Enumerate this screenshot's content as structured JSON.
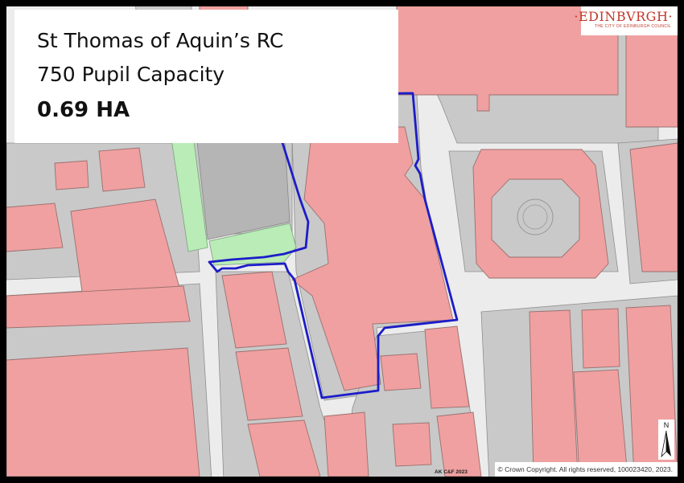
{
  "info": {
    "school_name": "St Thomas of Aquin’s RC",
    "capacity": "750 Pupil Capacity",
    "area": "0.69 HA"
  },
  "logo": {
    "name": "·EDINBVRGH·",
    "subtitle": "THE CITY OF EDINBURGH COUNCIL"
  },
  "north_arrow": {
    "letter": "N"
  },
  "map_ref": "AK C&F 2023",
  "copyright": "© Crown Copyright. All rights reserved, 100023420, 2023.",
  "colors": {
    "building": "#f0a0a0",
    "building_outline": "#9a7070",
    "plot": "#c9c9c9",
    "street": "#ededed",
    "green_space": "#b9ecb6",
    "site_boundary": "#1c1cc8"
  }
}
